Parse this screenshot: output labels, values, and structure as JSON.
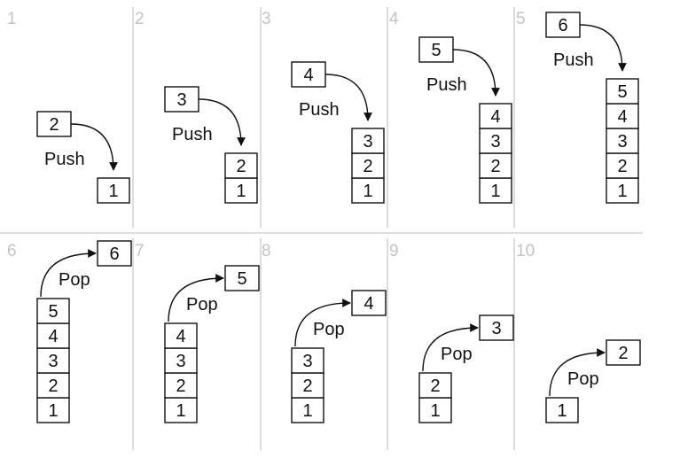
{
  "labels": {
    "push": "Push",
    "pop": "Pop"
  },
  "frames": [
    {
      "number": "1",
      "operation": "push",
      "moving_value": "2",
      "stack": [
        "1"
      ]
    },
    {
      "number": "2",
      "operation": "push",
      "moving_value": "3",
      "stack": [
        "1",
        "2"
      ]
    },
    {
      "number": "3",
      "operation": "push",
      "moving_value": "4",
      "stack": [
        "1",
        "2",
        "3"
      ]
    },
    {
      "number": "4",
      "operation": "push",
      "moving_value": "5",
      "stack": [
        "1",
        "2",
        "3",
        "4"
      ]
    },
    {
      "number": "5",
      "operation": "push",
      "moving_value": "6",
      "stack": [
        "1",
        "2",
        "3",
        "4",
        "5"
      ]
    },
    {
      "number": "6",
      "operation": "pop",
      "moving_value": "6",
      "stack": [
        "1",
        "2",
        "3",
        "4",
        "5"
      ]
    },
    {
      "number": "7",
      "operation": "pop",
      "moving_value": "5",
      "stack": [
        "1",
        "2",
        "3",
        "4"
      ]
    },
    {
      "number": "8",
      "operation": "pop",
      "moving_value": "4",
      "stack": [
        "1",
        "2",
        "3"
      ]
    },
    {
      "number": "9",
      "operation": "pop",
      "moving_value": "3",
      "stack": [
        "1",
        "2"
      ]
    },
    {
      "number": "10",
      "operation": "pop",
      "moving_value": "2",
      "stack": [
        "1"
      ]
    }
  ]
}
